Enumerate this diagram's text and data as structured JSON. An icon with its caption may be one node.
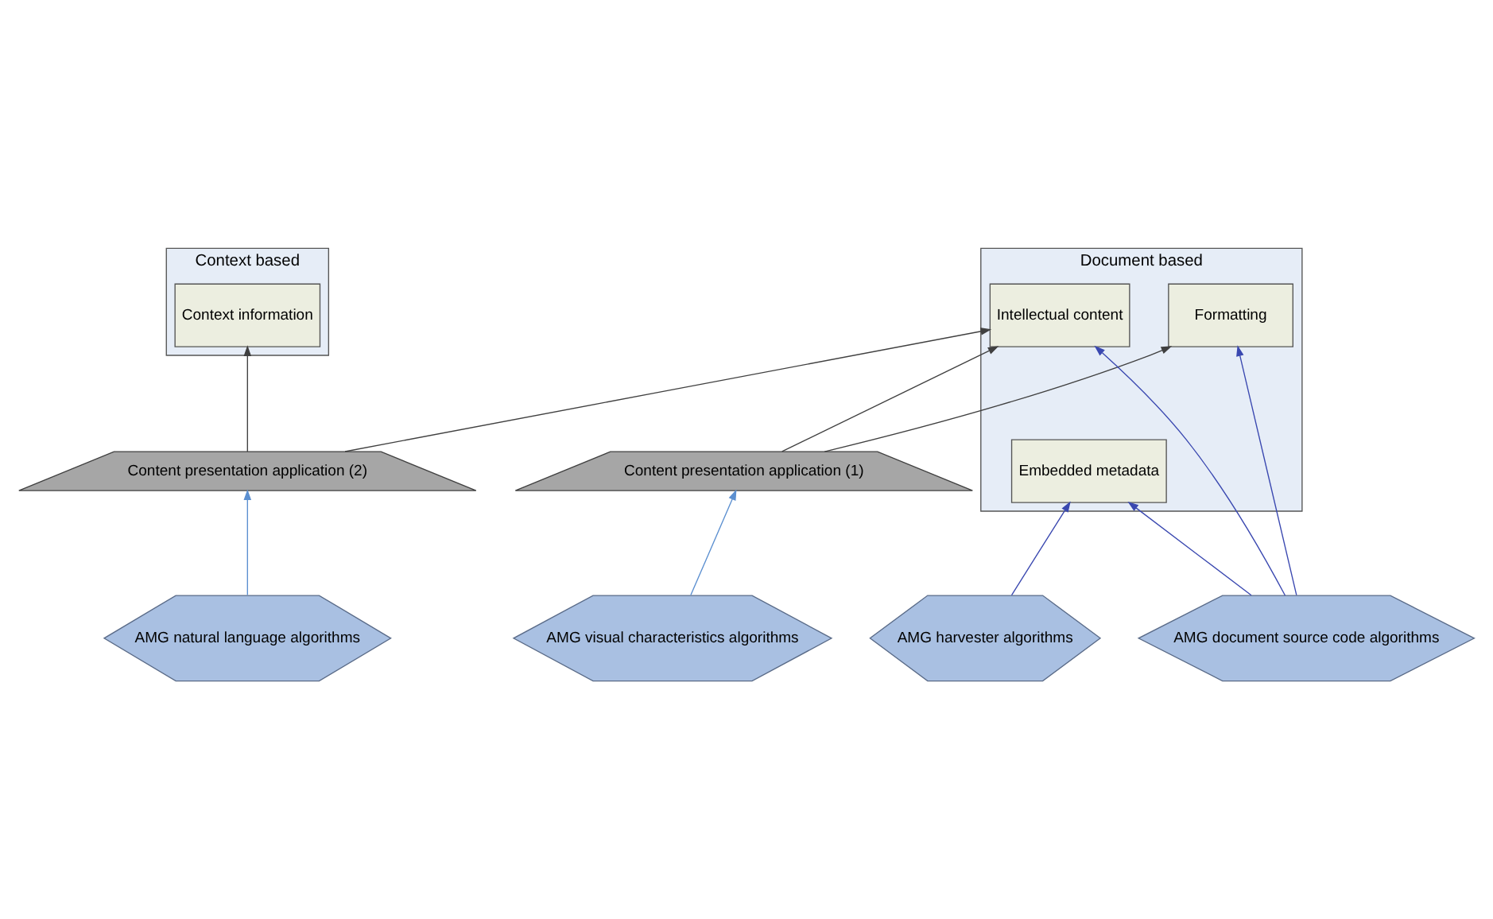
{
  "diagram": {
    "nodes": [
      {
        "text": [
          "Document based"
        ]
      },
      {
        "text": [
          "Embedded metadata"
        ],
        "in": 0
      },
      {
        "text": [
          "Formatting"
        ],
        "in": 0
      },
      {
        "text": [
          "Intellectual content"
        ],
        "in": 0
      },
      {
        "text": [
          "Context based"
        ]
      },
      {
        "text": [
          "Context information"
        ],
        "in": 4
      },
      {
        "text": [
          "Content presentation application (1)"
        ]
      },
      {
        "text": [
          "Content presentation application (2)"
        ]
      },
      {
        "text": [
          "AMG harvester algorithms"
        ]
      },
      {
        "text": [
          "AMG visual characteristics algorithms"
        ]
      },
      {
        "text": [
          "AMG natural language algorithms"
        ]
      },
      {
        "text": [
          "AMG document source code algorithms"
        ]
      }
    ],
    "edges": [
      {
        "from": 8,
        "to": 1,
        "arrow": "to"
      },
      {
        "from": 11,
        "to": 1,
        "arrow": "to"
      },
      {
        "from": 6,
        "to": 2,
        "arrow": "to",
        "color": "#404040"
      },
      {
        "from": 11,
        "to": 2,
        "arrow": "to"
      },
      {
        "from": 6,
        "to": 3,
        "arrow": "to",
        "color": "#404040"
      },
      {
        "from": 7,
        "to": 3,
        "arrow": "to",
        "color": "#404040"
      },
      {
        "from": 11,
        "to": 3,
        "arrow": "to"
      },
      {
        "from": 7,
        "to": 5,
        "arrow": "to",
        "color": "#404040"
      },
      {
        "from": 9,
        "to": 6,
        "arrow": "to",
        "color": "#5b8fd0"
      },
      {
        "from": 10,
        "to": 7,
        "arrow": "to",
        "color": "#5b8fd0"
      }
    ]
  }
}
